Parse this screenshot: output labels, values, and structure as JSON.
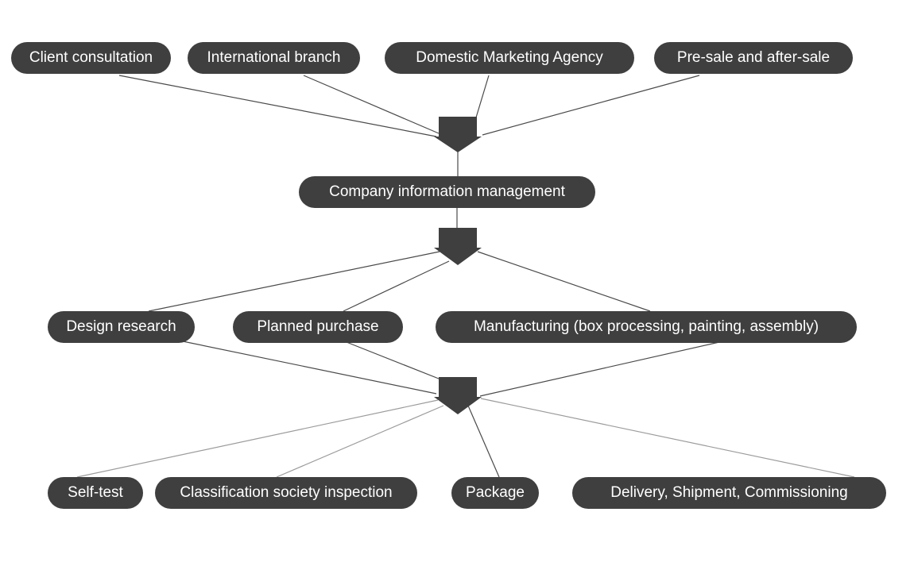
{
  "colors": {
    "node_bg": "#3f3f3f",
    "node_text": "#ffffff",
    "arrow_fill": "#3f3f3f",
    "connector_dark": "#4a4a4a",
    "connector_light": "#9b9b9b",
    "background": "#ffffff"
  },
  "nodes": {
    "row1": [
      {
        "id": "client-consultation",
        "label": "Client consultation"
      },
      {
        "id": "international-branch",
        "label": "International branch"
      },
      {
        "id": "domestic-marketing-agency",
        "label": "Domestic Marketing Agency"
      },
      {
        "id": "pre-sale-and-after-sale",
        "label": "Pre-sale and after-sale"
      }
    ],
    "row2": [
      {
        "id": "company-information-management",
        "label": "Company information management"
      }
    ],
    "row3": [
      {
        "id": "design-research",
        "label": "Design research"
      },
      {
        "id": "planned-purchase",
        "label": "Planned purchase"
      },
      {
        "id": "manufacturing",
        "label": "Manufacturing (box processing, painting, assembly)"
      }
    ],
    "row4": [
      {
        "id": "self-test",
        "label": "Self-test"
      },
      {
        "id": "classification-society-inspection",
        "label": "Classification society inspection"
      },
      {
        "id": "package",
        "label": "Package"
      },
      {
        "id": "delivery-shipment-commissioning",
        "label": "Delivery, Shipment, Commissioning"
      }
    ]
  },
  "edges": [
    {
      "from": "client-consultation",
      "to": "down-arrow-1"
    },
    {
      "from": "international-branch",
      "to": "down-arrow-1"
    },
    {
      "from": "domestic-marketing-agency",
      "to": "down-arrow-1"
    },
    {
      "from": "pre-sale-and-after-sale",
      "to": "down-arrow-1"
    },
    {
      "from": "down-arrow-1",
      "to": "company-information-management"
    },
    {
      "from": "company-information-management",
      "to": "down-arrow-2"
    },
    {
      "from": "down-arrow-2",
      "to": "design-research"
    },
    {
      "from": "down-arrow-2",
      "to": "planned-purchase"
    },
    {
      "from": "down-arrow-2",
      "to": "manufacturing"
    },
    {
      "from": "design-research",
      "to": "down-arrow-3"
    },
    {
      "from": "planned-purchase",
      "to": "down-arrow-3"
    },
    {
      "from": "manufacturing",
      "to": "down-arrow-3"
    },
    {
      "from": "down-arrow-3",
      "to": "self-test"
    },
    {
      "from": "down-arrow-3",
      "to": "classification-society-inspection"
    },
    {
      "from": "down-arrow-3",
      "to": "package"
    },
    {
      "from": "down-arrow-3",
      "to": "delivery-shipment-commissioning"
    }
  ]
}
